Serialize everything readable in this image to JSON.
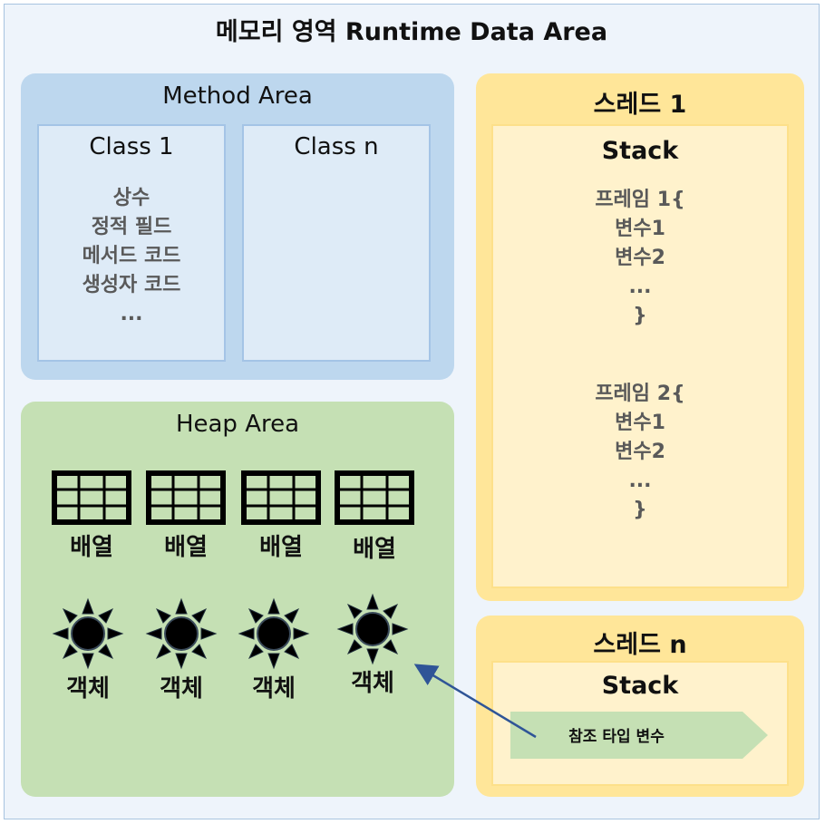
{
  "title": "메모리 영역 Runtime Data Area",
  "method_area": {
    "title": "Method Area",
    "class1": {
      "name": "Class 1",
      "items": [
        "상수",
        "정적 필드",
        "메서드 코드",
        "생성자 코드",
        "..."
      ]
    },
    "classn": {
      "name": "Class n"
    }
  },
  "heap_area": {
    "title": "Heap Area",
    "arrays": [
      "배열",
      "배열",
      "배열",
      "배열"
    ],
    "objects": [
      "객체",
      "객체",
      "객체",
      "객체"
    ],
    "icons": {
      "array": "grid-icon",
      "object": "sun-icon"
    }
  },
  "thread1": {
    "title": "스레드 1",
    "stack": {
      "title": "Stack",
      "frames": [
        {
          "lines": [
            "프레임 1{",
            "변수1",
            "변수2",
            "...",
            "}"
          ]
        },
        {
          "lines": [
            "프레임 2{",
            "변수1",
            "변수2",
            "...",
            "}"
          ]
        }
      ]
    }
  },
  "threadn": {
    "title": "스레드 n",
    "stack": {
      "title": "Stack",
      "ref_var": "참조 타입 변수"
    }
  },
  "colors": {
    "method": "#bdd7ee",
    "heap": "#c5e0b4",
    "thread": "#ffe699",
    "stack": "#fff2cc",
    "ref_arrow": "#2f5597",
    "ref_var": "#c5e0b4"
  }
}
